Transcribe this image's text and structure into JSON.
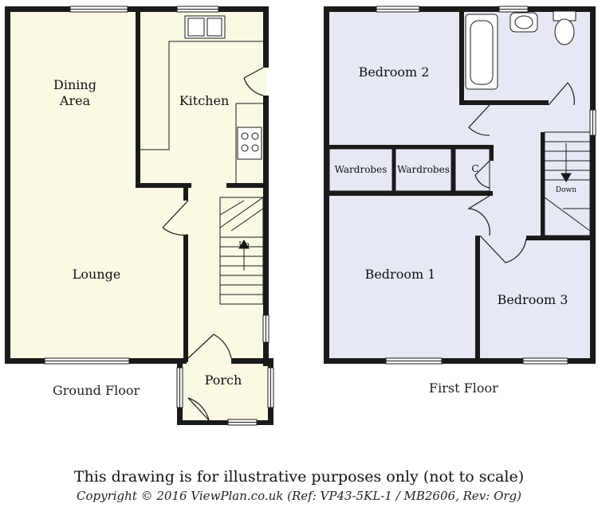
{
  "rooms": {
    "dining_area": "Dining\nArea",
    "kitchen": "Kitchen",
    "lounge": "Lounge",
    "porch": "Porch",
    "bedroom_2": "Bedroom 2",
    "bedroom_1": "Bedroom 1",
    "bedroom_3": "Bedroom 3",
    "wardrobes_left": "Wardrobes",
    "wardrobes_right": "Wardrobes",
    "cupboard": "C"
  },
  "stairs": {
    "up": "Up",
    "down": "Down"
  },
  "floors": {
    "ground": "Ground Floor",
    "first": "First Floor"
  },
  "footer": {
    "disclaimer": "This drawing is for illustrative purposes only (not to scale)",
    "copyright": "Copyright © 2016 ViewPlan.co.uk  (Ref: VP43-5KL-1 / MB2606,  Rev: Org)"
  },
  "colors": {
    "ground_fill": "#fbf8e3",
    "first_fill": "#e6e9f3",
    "wall": "#1a1a1a"
  }
}
